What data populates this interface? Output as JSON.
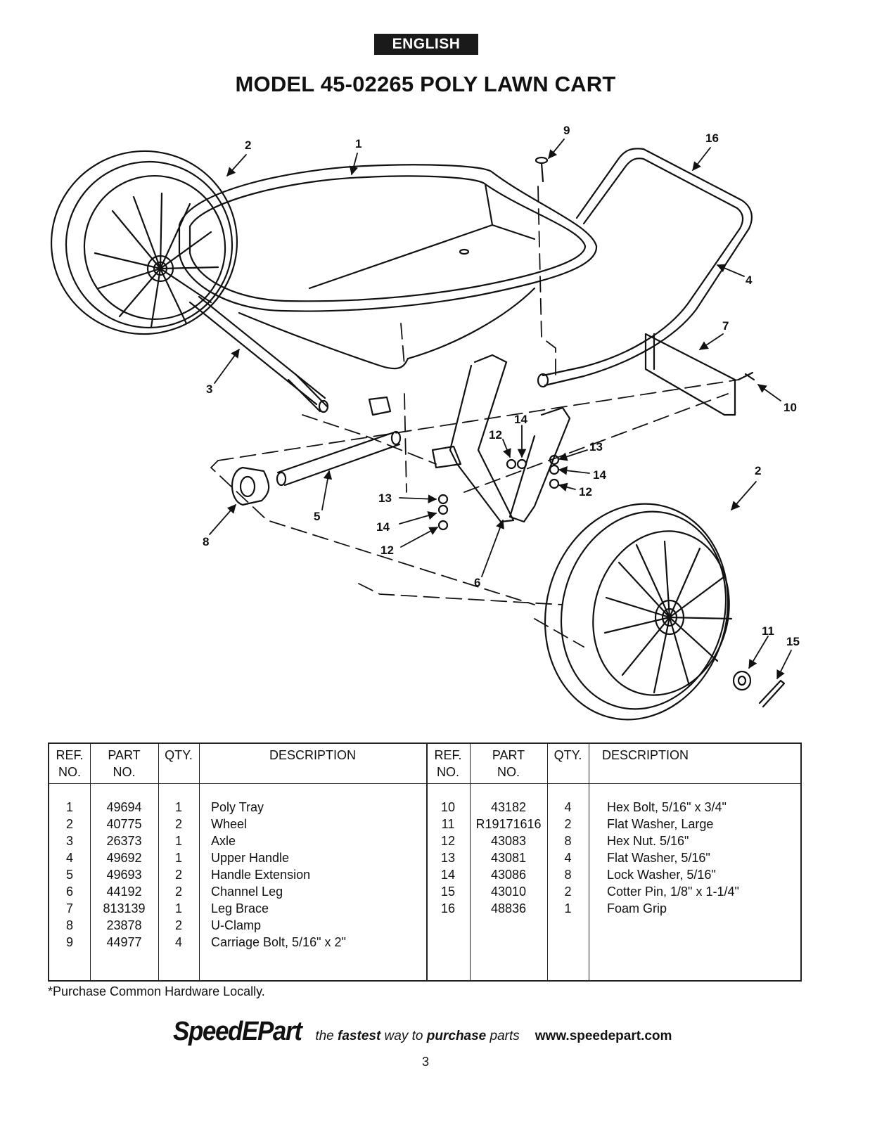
{
  "header": {
    "language": "ENGLISH",
    "title": "MODEL 45-02265 POLY LAWN CART"
  },
  "diagram": {
    "callouts": {
      "c1": "1",
      "c2a": "2",
      "c2b": "2",
      "c3": "3",
      "c4": "4",
      "c5": "5",
      "c6": "6",
      "c7": "7",
      "c8": "8",
      "c9": "9",
      "c10": "10",
      "c11": "11",
      "c12a": "12",
      "c12b": "12",
      "c12c": "12",
      "c13a": "13",
      "c13b": "13",
      "c14a": "14",
      "c14b": "14",
      "c14c": "14",
      "c15": "15",
      "c16": "16"
    }
  },
  "table": {
    "headers": {
      "ref": [
        "REF.",
        "NO."
      ],
      "part": [
        "PART",
        "NO."
      ],
      "qty": "QTY.",
      "desc_left": "DESCRIPTION",
      "desc_right": "DESCRIPTION"
    },
    "left_rows": [
      {
        "ref": "1",
        "part": "49694",
        "qty": "1",
        "desc": "Poly Tray"
      },
      {
        "ref": "2",
        "part": "40775",
        "qty": "2",
        "desc": "Wheel"
      },
      {
        "ref": "3",
        "part": "26373",
        "qty": "1",
        "desc": "Axle"
      },
      {
        "ref": "4",
        "part": "49692",
        "qty": "1",
        "desc": "Upper Handle"
      },
      {
        "ref": "5",
        "part": "49693",
        "qty": "2",
        "desc": "Handle Extension"
      },
      {
        "ref": "6",
        "part": "44192",
        "qty": "2",
        "desc": "Channel Leg"
      },
      {
        "ref": "7",
        "part": "813139",
        "qty": "1",
        "desc": "Leg Brace"
      },
      {
        "ref": "8",
        "part": "23878",
        "qty": "2",
        "desc": "U-Clamp"
      },
      {
        "ref": "9",
        "part": "44977",
        "qty": "4",
        "desc": "Carriage Bolt, 5/16\" x 2\""
      }
    ],
    "right_rows": [
      {
        "ref": "10",
        "part": "43182",
        "qty": "4",
        "desc": "Hex Bolt, 5/16\" x 3/4\""
      },
      {
        "ref": "11",
        "part": "R19171616",
        "qty": "2",
        "desc": "Flat Washer, Large"
      },
      {
        "ref": "12",
        "part": "43083",
        "qty": "8",
        "desc": "Hex Nut. 5/16\""
      },
      {
        "ref": "13",
        "part": "43081",
        "qty": "4",
        "desc": "Flat Washer, 5/16\""
      },
      {
        "ref": "14",
        "part": "43086",
        "qty": "8",
        "desc": "Lock Washer, 5/16\""
      },
      {
        "ref": "15",
        "part": "43010",
        "qty": "2",
        "desc": "Cotter Pin, 1/8\" x 1-1/4\""
      },
      {
        "ref": "16",
        "part": "48836",
        "qty": "1",
        "desc": "Foam Grip"
      }
    ]
  },
  "footnote": "*Purchase Common Hardware Locally.",
  "footer": {
    "brand_prefix": "Speed",
    "brand_e": "E",
    "brand_suffix": "Part",
    "tag_1": "the ",
    "tag_2": "fastest",
    "tag_3": " way to ",
    "tag_4": "purchase",
    "tag_5": " parts",
    "website": "www.speedepart.com",
    "page_number": "3"
  }
}
